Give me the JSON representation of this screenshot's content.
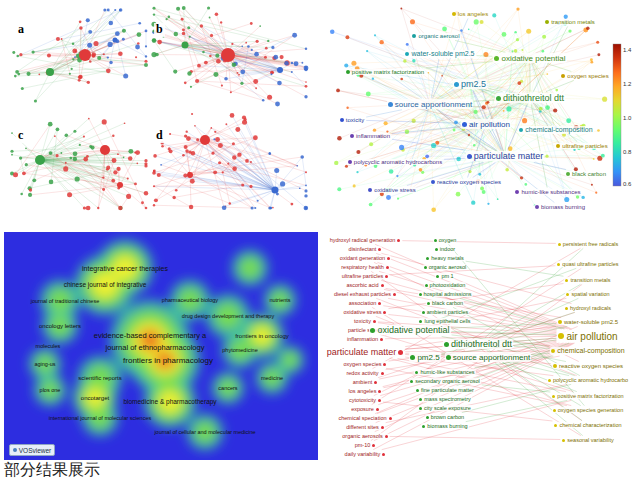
{
  "diagram": {
    "caption": "部分结果展示",
    "nodes": [
      {
        "text": [
          "los angeles"
        ]
      },
      {
        "text": [
          "organic aerosol"
        ]
      },
      {
        "text": [
          "transition metals"
        ]
      },
      {
        "text": [
          "positive matrix factorization"
        ]
      },
      {
        "text": [
          "water-soluble pm2.5"
        ]
      },
      {
        "text": [
          "oxidative potential"
        ]
      },
      {
        "text": [
          "oxygen species"
        ]
      },
      {
        "text": [
          "pm2.5"
        ]
      },
      {
        "text": [
          "source apportionment"
        ]
      },
      {
        "text": [
          "dithiothreitol dtt"
        ]
      },
      {
        "text": [
          "toxicity"
        ]
      },
      {
        "text": [
          "air pollution"
        ]
      },
      {
        "text": [
          "chemical-composition"
        ]
      },
      {
        "text": [
          "inflammation"
        ]
      },
      {
        "text": [
          "ultrafine particles"
        ]
      },
      {
        "text": [
          "particulate matter"
        ]
      },
      {
        "text": [
          "polycyclic aromatic hydrocarbons"
        ]
      },
      {
        "text": [
          "reactive oxygen species"
        ]
      },
      {
        "text": [
          "black carbon"
        ]
      },
      {
        "text": [
          "humic-like substances"
        ]
      },
      {
        "text": [
          "biomass burning"
        ]
      },
      {
        "text": [
          "oxidative stress"
        ]
      },
      {
        "text": [
          "VOSviewer"
        ]
      },
      {
        "text": [
          "hydroxyl radical generation"
        ]
      },
      {
        "text": [
          "disinfectant"
        ]
      },
      {
        "text": [
          "oxidant generation"
        ]
      },
      {
        "text": [
          "respiratory health"
        ]
      },
      {
        "text": [
          "ultrafine particles"
        ]
      },
      {
        "text": [
          "ascorbic acid"
        ]
      },
      {
        "text": [
          "diesel exhaust particles"
        ]
      },
      {
        "text": [
          "association"
        ]
      },
      {
        "text": [
          "oxidative stress"
        ]
      },
      {
        "text": [
          "toxicity"
        ]
      },
      {
        "text": [
          "particle size"
        ]
      },
      {
        "text": [
          "inflammation"
        ]
      },
      {
        "text": [
          "particulate matter"
        ]
      },
      {
        "text": [
          "oxygen species"
        ]
      },
      {
        "text": [
          "redox activity"
        ]
      },
      {
        "text": [
          "ambient"
        ]
      },
      {
        "text": [
          "los angeles"
        ]
      },
      {
        "text": [
          "cytotoxicity"
        ]
      },
      {
        "text": [
          "exposure"
        ]
      },
      {
        "text": [
          "chemical speciation"
        ]
      },
      {
        "text": [
          "different sites"
        ]
      },
      {
        "text": [
          "organic aerosols"
        ]
      },
      {
        "text": [
          "pm-10"
        ]
      },
      {
        "text": [
          "daily variability"
        ]
      },
      {
        "text": [
          "oxygen"
        ]
      },
      {
        "text": [
          "indoor"
        ]
      },
      {
        "text": [
          "heavy metals"
        ]
      },
      {
        "text": [
          "organic aerosol"
        ]
      },
      {
        "text": [
          "pm 1"
        ]
      },
      {
        "text": [
          "photooxidation"
        ]
      },
      {
        "text": [
          "hospital admissions"
        ]
      },
      {
        "text": [
          "black carbon"
        ]
      },
      {
        "text": [
          "ambient particles"
        ]
      },
      {
        "text": [
          "lung epithelial cells"
        ]
      },
      {
        "text": [
          "oxidative potential"
        ]
      },
      {
        "text": [
          "dithiothreitol dtt"
        ]
      },
      {
        "text": [
          "pm2.5"
        ]
      },
      {
        "text": [
          "source apportionment"
        ]
      },
      {
        "text": [
          "humic-like substances"
        ]
      },
      {
        "text": [
          "secondary organic aerosol"
        ]
      },
      {
        "text": [
          "fine particulate matter"
        ]
      },
      {
        "text": [
          "mass spectrometry"
        ]
      },
      {
        "text": [
          "city scale exposure"
        ]
      },
      {
        "text": [
          "brown carbon"
        ]
      },
      {
        "text": [
          "biomass burning"
        ]
      },
      {
        "text": [
          "persistent free radicals"
        ]
      },
      {
        "text": [
          "quasi ultrafine particles"
        ]
      },
      {
        "text": [
          "transition metals"
        ]
      },
      {
        "text": [
          "spatial variation"
        ]
      },
      {
        "text": [
          "hydroxyl radicals"
        ]
      },
      {
        "text": [
          "water-soluble pm2.5"
        ]
      },
      {
        "text": [
          "air pollution"
        ]
      },
      {
        "text": [
          "chemical-composition"
        ]
      },
      {
        "text": [
          "reactive oxygen species"
        ]
      },
      {
        "text": [
          "polycyclic aromatic hydrocarbo"
        ]
      },
      {
        "text": [
          "positive matrix factorization"
        ]
      },
      {
        "text": [
          "oxygen species generation"
        ]
      },
      {
        "text": [
          "chemical characterization"
        ]
      },
      {
        "text": [
          "seasonal variability"
        ]
      }
    ],
    "edges": [
      {
        "from": 15,
        "to": 7,
        "arrow": "none"
      },
      {
        "from": 15,
        "to": 8,
        "arrow": "none"
      },
      {
        "from": 15,
        "to": 9,
        "arrow": "none"
      },
      {
        "from": 15,
        "to": 11,
        "arrow": "none"
      },
      {
        "from": 15,
        "to": 13,
        "arrow": "none"
      },
      {
        "from": 15,
        "to": 16,
        "arrow": "none"
      },
      {
        "from": 15,
        "to": 21,
        "arrow": "none"
      },
      {
        "from": 15,
        "to": 17,
        "arrow": "none"
      },
      {
        "from": 15,
        "to": 18,
        "arrow": "none"
      },
      {
        "from": 9,
        "to": 5,
        "arrow": "none"
      },
      {
        "from": 9,
        "to": 7,
        "arrow": "none"
      },
      {
        "from": 9,
        "to": 8,
        "arrow": "none"
      },
      {
        "from": 9,
        "to": 12,
        "arrow": "none"
      },
      {
        "from": 9,
        "to": 19,
        "arrow": "none"
      },
      {
        "from": 9,
        "to": 6,
        "arrow": "none"
      },
      {
        "from": 9,
        "to": 14,
        "arrow": "none"
      },
      {
        "from": 9,
        "to": 2,
        "arrow": "none"
      },
      {
        "from": 5,
        "to": 4,
        "arrow": "none"
      },
      {
        "from": 5,
        "to": 3,
        "arrow": "none"
      },
      {
        "from": 5,
        "to": 1,
        "arrow": "none"
      },
      {
        "from": 5,
        "to": 6,
        "arrow": "none"
      },
      {
        "from": 5,
        "to": 12,
        "arrow": "none"
      },
      {
        "from": 8,
        "to": 3,
        "arrow": "none"
      },
      {
        "from": 8,
        "to": 4,
        "arrow": "none"
      },
      {
        "from": 8,
        "to": 20,
        "arrow": "none"
      },
      {
        "from": 8,
        "to": 0,
        "arrow": "none"
      },
      {
        "from": 8,
        "to": 10,
        "arrow": "none"
      },
      {
        "from": 11,
        "to": 10,
        "arrow": "none"
      },
      {
        "from": 11,
        "to": 13,
        "arrow": "none"
      },
      {
        "from": 11,
        "to": 7,
        "arrow": "none"
      },
      {
        "from": 11,
        "to": 17,
        "arrow": "none"
      },
      {
        "from": 23,
        "to": 74,
        "arrow": "none"
      },
      {
        "from": 24,
        "to": 74,
        "arrow": "none"
      },
      {
        "from": 25,
        "to": 74,
        "arrow": "none"
      },
      {
        "from": 26,
        "to": 74,
        "arrow": "none"
      },
      {
        "from": 27,
        "to": 74,
        "arrow": "none"
      },
      {
        "from": 28,
        "to": 74,
        "arrow": "none"
      },
      {
        "from": 29,
        "to": 74,
        "arrow": "none"
      },
      {
        "from": 30,
        "to": 74,
        "arrow": "none"
      },
      {
        "from": 31,
        "to": 74,
        "arrow": "none"
      },
      {
        "from": 32,
        "to": 74,
        "arrow": "none"
      },
      {
        "from": 33,
        "to": 74,
        "arrow": "none"
      },
      {
        "from": 34,
        "to": 74,
        "arrow": "none"
      },
      {
        "from": 35,
        "to": 74,
        "arrow": "none"
      },
      {
        "from": 36,
        "to": 74,
        "arrow": "none"
      },
      {
        "from": 37,
        "to": 74,
        "arrow": "none"
      },
      {
        "from": 38,
        "to": 74,
        "arrow": "none"
      },
      {
        "from": 39,
        "to": 74,
        "arrow": "none"
      },
      {
        "from": 40,
        "to": 74,
        "arrow": "none"
      },
      {
        "from": 41,
        "to": 74,
        "arrow": "none"
      },
      {
        "from": 42,
        "to": 74,
        "arrow": "none"
      },
      {
        "from": 43,
        "to": 74,
        "arrow": "none"
      },
      {
        "from": 44,
        "to": 74,
        "arrow": "none"
      },
      {
        "from": 45,
        "to": 74,
        "arrow": "none"
      },
      {
        "from": 46,
        "to": 74,
        "arrow": "none"
      },
      {
        "from": 23,
        "to": 68,
        "arrow": "none"
      },
      {
        "from": 24,
        "to": 72,
        "arrow": "none"
      },
      {
        "from": 25,
        "to": 76,
        "arrow": "none"
      },
      {
        "from": 26,
        "to": 80,
        "arrow": "none"
      },
      {
        "from": 27,
        "to": 69,
        "arrow": "none"
      },
      {
        "from": 28,
        "to": 73,
        "arrow": "none"
      },
      {
        "from": 29,
        "to": 77,
        "arrow": "none"
      },
      {
        "from": 30,
        "to": 81,
        "arrow": "none"
      },
      {
        "from": 31,
        "to": 70,
        "arrow": "none"
      },
      {
        "from": 32,
        "to": 75,
        "arrow": "none"
      },
      {
        "from": 33,
        "to": 78,
        "arrow": "none"
      },
      {
        "from": 34,
        "to": 71,
        "arrow": "none"
      },
      {
        "from": 35,
        "to": 76,
        "arrow": "none"
      },
      {
        "from": 36,
        "to": 79,
        "arrow": "none"
      },
      {
        "from": 37,
        "to": 68,
        "arrow": "none"
      },
      {
        "from": 38,
        "to": 72,
        "arrow": "none"
      },
      {
        "from": 39,
        "to": 75,
        "arrow": "none"
      },
      {
        "from": 40,
        "to": 80,
        "arrow": "none"
      },
      {
        "from": 41,
        "to": 69,
        "arrow": "none"
      },
      {
        "from": 42,
        "to": 73,
        "arrow": "none"
      },
      {
        "from": 43,
        "to": 77,
        "arrow": "none"
      },
      {
        "from": 44,
        "to": 81,
        "arrow": "none"
      },
      {
        "from": 45,
        "to": 70,
        "arrow": "none"
      },
      {
        "from": 46,
        "to": 78,
        "arrow": "none"
      },
      {
        "from": 35,
        "to": 73,
        "arrow": "none"
      },
      {
        "from": 35,
        "to": 75,
        "arrow": "none"
      },
      {
        "from": 35,
        "to": 77,
        "arrow": "none"
      },
      {
        "from": 35,
        "to": 78,
        "arrow": "none"
      },
      {
        "from": 35,
        "to": 79,
        "arrow": "none"
      },
      {
        "from": 35,
        "to": 58,
        "arrow": "none"
      },
      {
        "from": 35,
        "to": 60,
        "arrow": "none"
      },
      {
        "from": 31,
        "to": 57,
        "arrow": "none"
      },
      {
        "from": 40,
        "to": 58,
        "arrow": "none"
      },
      {
        "from": 57,
        "to": 74,
        "arrow": "none"
      },
      {
        "from": 57,
        "to": 75,
        "arrow": "none"
      },
      {
        "from": 57,
        "to": 76,
        "arrow": "none"
      },
      {
        "from": 57,
        "to": 73,
        "arrow": "none"
      },
      {
        "from": 57,
        "to": 69,
        "arrow": "none"
      },
      {
        "from": 58,
        "to": 68,
        "arrow": "none"
      },
      {
        "from": 58,
        "to": 70,
        "arrow": "none"
      },
      {
        "from": 58,
        "to": 71,
        "arrow": "none"
      },
      {
        "from": 58,
        "to": 72,
        "arrow": "none"
      },
      {
        "from": 58,
        "to": 74,
        "arrow": "none"
      },
      {
        "from": 58,
        "to": 75,
        "arrow": "none"
      },
      {
        "from": 58,
        "to": 77,
        "arrow": "none"
      },
      {
        "from": 58,
        "to": 79,
        "arrow": "none"
      },
      {
        "from": 58,
        "to": 80,
        "arrow": "none"
      },
      {
        "from": 60,
        "to": 78,
        "arrow": "none"
      },
      {
        "from": 60,
        "to": 77,
        "arrow": "none"
      },
      {
        "from": 60,
        "to": 81,
        "arrow": "none"
      },
      {
        "from": 60,
        "to": 75,
        "arrow": "none"
      },
      {
        "from": 59,
        "to": 73,
        "arrow": "none"
      },
      {
        "from": 59,
        "to": 74,
        "arrow": "none"
      },
      {
        "from": 61,
        "to": 75,
        "arrow": "none"
      },
      {
        "from": 62,
        "to": 78,
        "arrow": "none"
      },
      {
        "from": 63,
        "to": 74,
        "arrow": "none"
      },
      {
        "from": 66,
        "to": 77,
        "arrow": "none"
      },
      {
        "from": 67,
        "to": 78,
        "arrow": "none"
      },
      {
        "from": 54,
        "to": 77,
        "arrow": "none"
      },
      {
        "from": 49,
        "to": 70,
        "arrow": "none"
      },
      {
        "from": 47,
        "to": 79,
        "arrow": "none"
      },
      {
        "from": 53,
        "to": 74,
        "arrow": "none"
      }
    ],
    "labels": [
      "a",
      "b",
      "c",
      "d",
      "1.4",
      "1.2",
      "1.0",
      "0.8",
      "0.6",
      "integrative cancer therapies",
      "chinese journal of integrative",
      "journal of traditional chinese",
      "pharmaceutical biology",
      "drug design development and therapy",
      "oncology letters",
      "molecules",
      "evidence-based complementary a",
      "journal of ethnopharmacology",
      "frontiers in pharmacology",
      "frontiers in oncology",
      "phytomedicine",
      "aging-us",
      "scientific reports",
      "medicine",
      "plos one",
      "cancers",
      "oncotarget",
      "biomedicine & pharmacotherapy",
      "international journal of molecular sciences",
      "journal of cellular and molecular medicine",
      "nutrients"
    ]
  }
}
